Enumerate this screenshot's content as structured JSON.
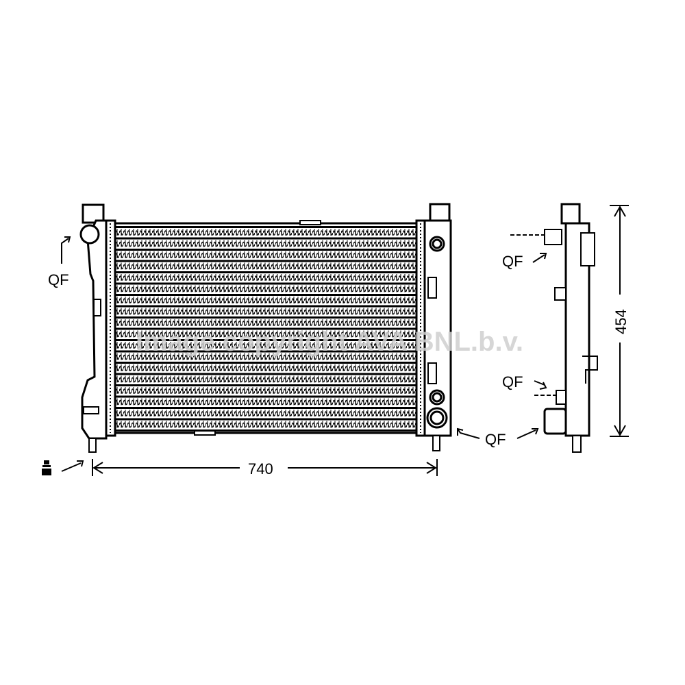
{
  "drawing": {
    "labels": {
      "qf_front_left": "QF",
      "qf_side_top": "QF",
      "qf_side_mid": "QF",
      "qf_bottom": "QF"
    },
    "dimensions": {
      "width": "740",
      "height": "454"
    },
    "watermark": "Image copyright AVA BNL.b.v.",
    "line_color": "#000000",
    "watermark_color": "#cfcfcf"
  }
}
